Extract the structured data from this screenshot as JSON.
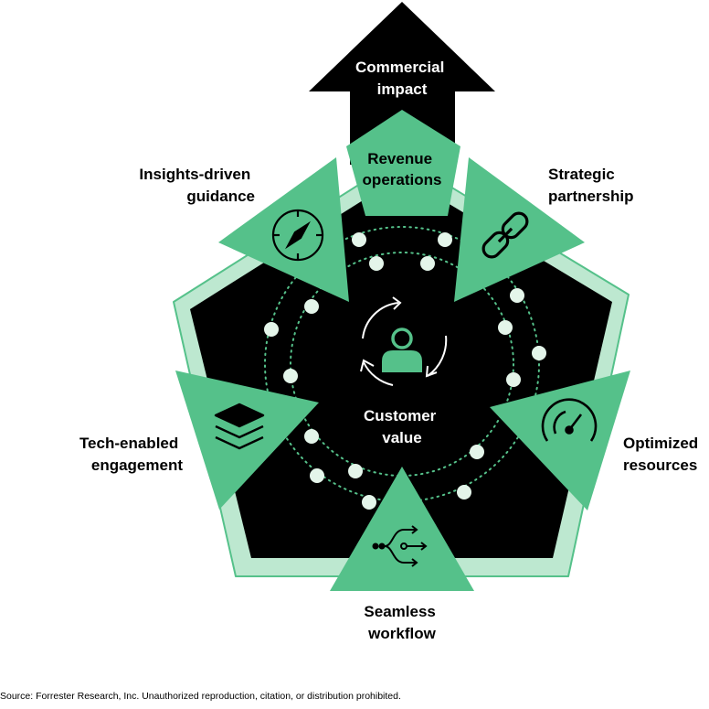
{
  "colors": {
    "black": "#000000",
    "green": "#55c18a",
    "light_green": "#bde8d0",
    "dot_fill": "#e4f5ea",
    "white": "#ffffff"
  },
  "arrow": {
    "line1": "Commercial",
    "line2": "impact"
  },
  "center": {
    "line1": "Customer",
    "line2": "value",
    "icon": "customer-cycle-icon"
  },
  "pillars": {
    "revenue_operations": {
      "line1": "Revenue",
      "line2": "operations"
    },
    "strategic_partnership": {
      "line1": "Strategic",
      "line2": "partnership",
      "icon": "link-chain-icon"
    },
    "optimized_resources": {
      "line1": "Optimized",
      "line2": "resources",
      "icon": "gauge-icon"
    },
    "seamless_workflow": {
      "line1": "Seamless",
      "line2": "workflow",
      "icon": "workflow-arrows-icon"
    },
    "tech_enabled_engagement": {
      "line1": "Tech-enabled",
      "line2": "engagement",
      "icon": "layers-icon"
    },
    "insights_driven_guidance": {
      "line1": "Insights-driven",
      "line2": "guidance",
      "icon": "compass-icon"
    }
  },
  "footer": {
    "source": "Source: Forrester Research, Inc. Unauthorized reproduction, citation, or distribution prohibited."
  }
}
